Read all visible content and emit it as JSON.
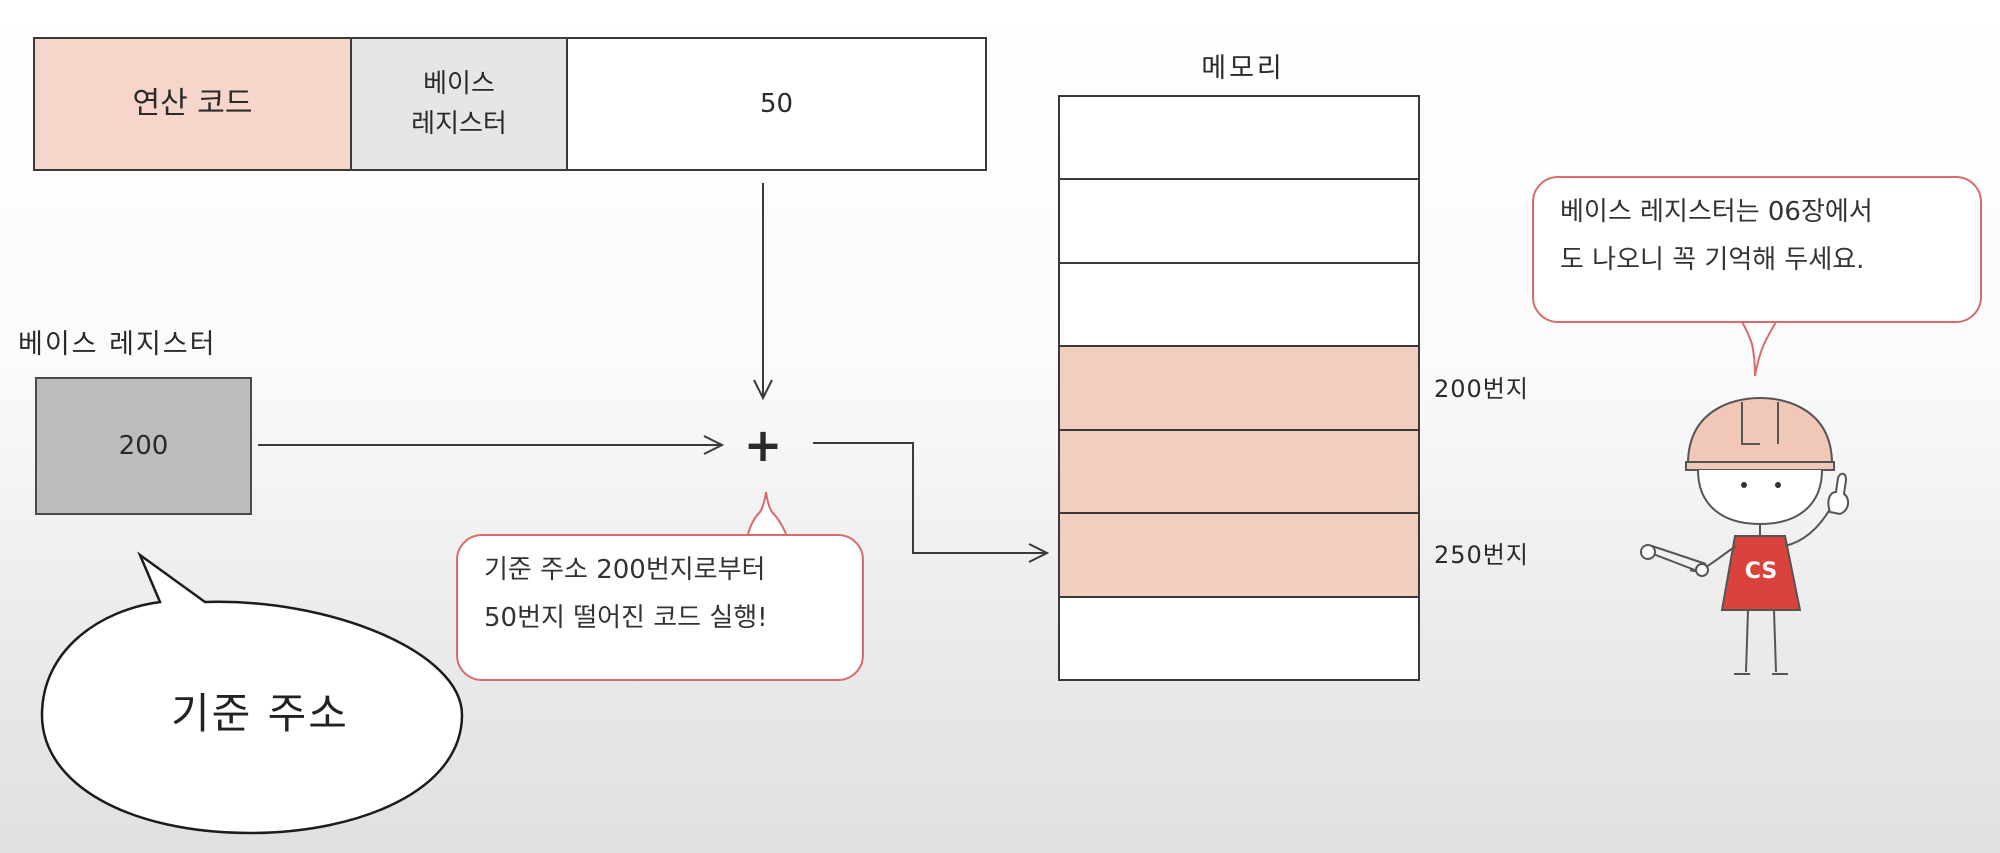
{
  "instruction": {
    "opcode": "연산 코드",
    "base_register_line1": "베이스",
    "base_register_line2": "레지스터",
    "offset": "50"
  },
  "base_register": {
    "label": "베이스 레지스터",
    "value": "200"
  },
  "memory": {
    "title": "메모리",
    "cells": [
      {
        "highlighted": false
      },
      {
        "highlighted": false
      },
      {
        "highlighted": false
      },
      {
        "highlighted": true
      },
      {
        "highlighted": true
      },
      {
        "highlighted": true
      },
      {
        "highlighted": false
      }
    ],
    "address_200": "200번지",
    "address_250": "250번지"
  },
  "operator": "+",
  "sum_callout": {
    "line1": "기준 주소 200번지로부터",
    "line2": "50번지 떨어진 코드 실행!"
  },
  "tip_callout": {
    "line1": "베이스 레지스터는 06장에서",
    "line2": "도 나오니 꼭 기억해 두세요."
  },
  "speech_bubble": "기준 주소",
  "character": {
    "shirt_text": "CS"
  },
  "colors": {
    "opcode_fill": "#f6d5cb",
    "base_fill": "#e6e6e6",
    "register_fill": "#bdbdbd",
    "memory_highlight": "#f2cebf",
    "callout_border": "#d86b6b",
    "shirt": "#d9433b"
  }
}
